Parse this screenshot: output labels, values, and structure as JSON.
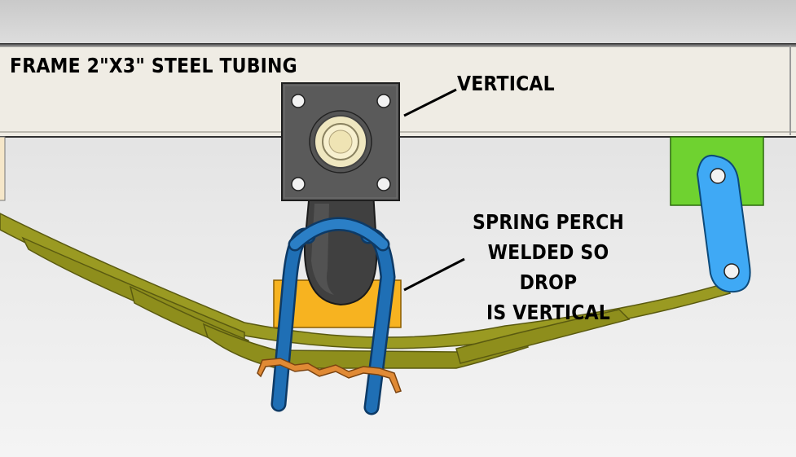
{
  "labels": {
    "frame": "FRAME 2\"X3\" STEEL TUBING",
    "vertical": "VERTICAL",
    "perch_lines": [
      "SPRING PERCH",
      "WELDED SO DROP",
      "IS VERTICAL"
    ]
  },
  "colors": {
    "frame_face": "#efece4",
    "frame_edge": "#3a3a3a",
    "hanger_plate": "#5a5a5a",
    "bushing": "#efe7c0",
    "shackle_arm": "#404040",
    "leaf_spring": "#9a9a22",
    "spring_perch": "#f7b320",
    "u_bolt": "#1f6fb5",
    "clamp_plate": "#e08a35",
    "shackle_hanger": "#6fd230",
    "shackle_link": "#3fa9f5"
  }
}
